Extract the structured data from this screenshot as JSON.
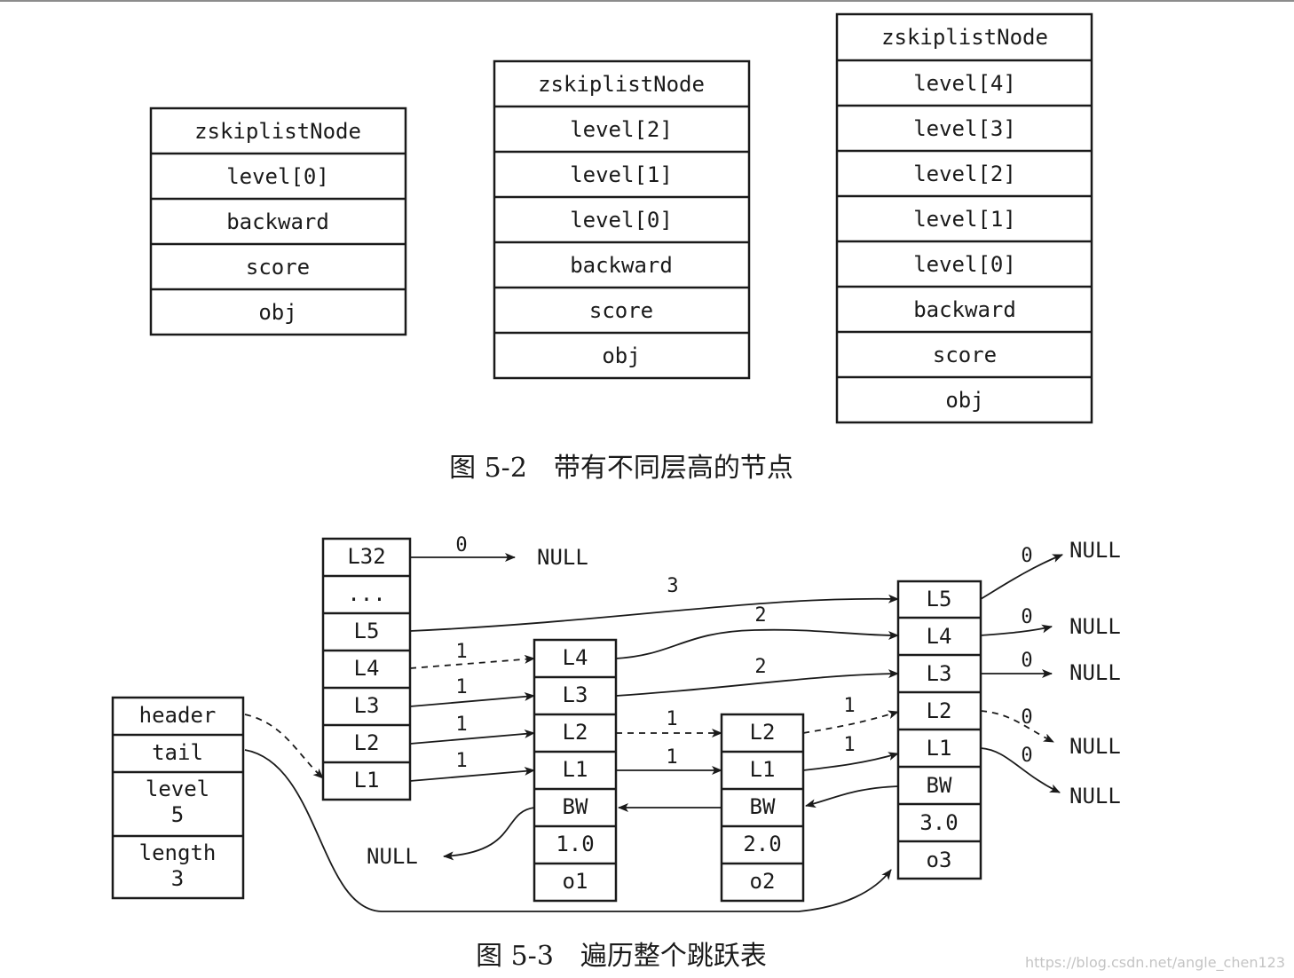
{
  "figure_5_2": {
    "caption": "图 5-2　带有不同层高的节点",
    "node_a": [
      "zskiplistNode",
      "level[0]",
      "backward",
      "score",
      "obj"
    ],
    "node_b": [
      "zskiplistNode",
      "level[2]",
      "level[1]",
      "level[0]",
      "backward",
      "score",
      "obj"
    ],
    "node_c": [
      "zskiplistNode",
      "level[4]",
      "level[3]",
      "level[2]",
      "level[1]",
      "level[0]",
      "backward",
      "score",
      "obj"
    ]
  },
  "figure_5_3": {
    "caption": "图 5-3　遍历整个跳跃表",
    "zskiplist": {
      "header": "header",
      "tail": "tail",
      "level_label": "level",
      "level_value": "5",
      "length_label": "length",
      "length_value": "3"
    },
    "header_node": [
      "L32",
      "...",
      "L5",
      "L4",
      "L3",
      "L2",
      "L1"
    ],
    "node1": [
      "L4",
      "L3",
      "L2",
      "L1",
      "BW",
      "1.0",
      "o1"
    ],
    "node2": [
      "L2",
      "L1",
      "BW",
      "2.0",
      "o2"
    ],
    "node3": [
      "L5",
      "L4",
      "L3",
      "L2",
      "L1",
      "BW",
      "3.0",
      "o3"
    ],
    "null_text": "NULL",
    "spans": {
      "header_L32": "0",
      "header_L5": "3",
      "header_L4": "1",
      "header_L3": "1",
      "header_L2": "1",
      "header_L1": "1",
      "node1_L4": "2",
      "node1_L3": "2",
      "node1_L2": "1",
      "node1_L1": "1",
      "node2_L2": "1",
      "node2_L1": "1",
      "node3_L5": "0",
      "node3_L4": "0",
      "node3_L3": "0",
      "node3_L2": "0",
      "node3_L1": "0"
    }
  },
  "watermark": "https://blog.csdn.net/angle_chen123"
}
